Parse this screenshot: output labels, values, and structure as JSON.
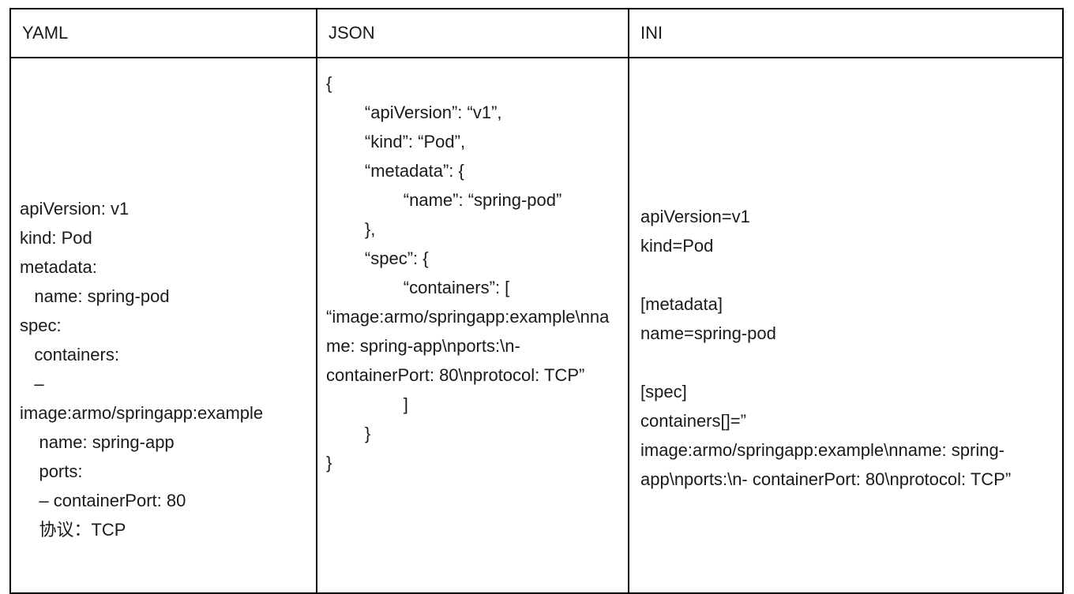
{
  "table": {
    "columns": [
      {
        "id": "yaml",
        "header": "YAML"
      },
      {
        "id": "json",
        "header": "JSON"
      },
      {
        "id": "ini",
        "header": "INI"
      }
    ],
    "cells": {
      "yaml": "apiVersion: v1\nkind: Pod\nmetadata:\n   name: spring-pod\nspec:\n   containers:\n   –\nimage:armo/springapp:example\n    name: spring-app\n    ports:\n    – containerPort: 80\n    协议：TCP",
      "json": "{\n        “apiVersion”: “v1”,\n        “kind”: “Pod”,\n        “metadata”: {\n                “name”: “spring-pod”\n        },\n        “spec”: {\n                “containers”: [\n“image:armo/springapp:example\\nname: spring-app\\nports:\\n- containerPort: 80\\nprotocol: TCP”\n                ]\n        }\n}",
      "ini": "apiVersion=v1\nkind=Pod\n\n[metadata]\nname=spring-pod\n\n[spec]\ncontainers[]=”\nimage:armo/springapp:example\\nname: spring-app\\nports:\\n- containerPort: 80\\nprotocol: TCP”"
    }
  },
  "colors": {
    "border": "#000000",
    "background": "#ffffff",
    "text": "#1a1a1a"
  }
}
